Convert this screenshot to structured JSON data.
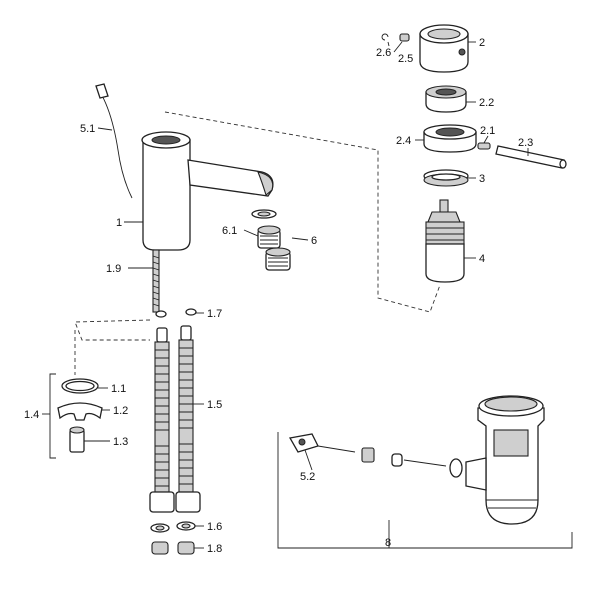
{
  "labels": {
    "p1": "1",
    "p1_1": "1.1",
    "p1_2": "1.2",
    "p1_3": "1.3",
    "p1_4": "1.4",
    "p1_5": "1.5",
    "p1_6": "1.6",
    "p1_7": "1.7",
    "p1_8": "1.8",
    "p1_9": "1.9",
    "p2": "2",
    "p2_1": "2.1",
    "p2_2": "2.2",
    "p2_3": "2.3",
    "p2_4": "2.4",
    "p2_5": "2.5",
    "p2_6": "2.6",
    "p3": "3",
    "p4": "4",
    "p5_1": "5.1",
    "p5_2": "5.2",
    "p6": "6",
    "p6_1": "6.1",
    "p8": "8"
  }
}
